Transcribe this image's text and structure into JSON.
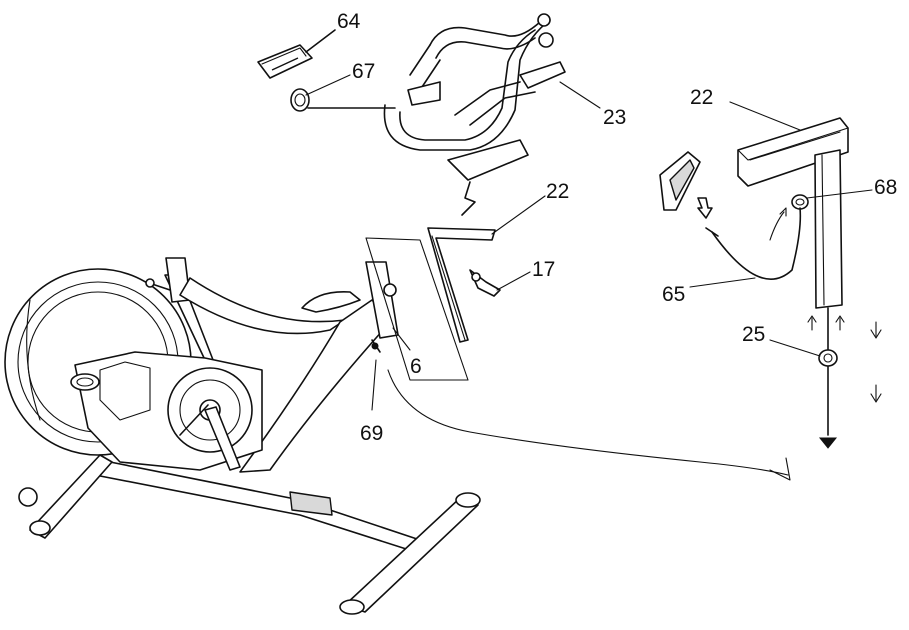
{
  "diagram": {
    "callouts": {
      "c64": "64",
      "c67": "67",
      "c23": "23",
      "c22_main": "22",
      "c17": "17",
      "c6": "6",
      "c69": "69",
      "c22_detail": "22",
      "c68": "68",
      "c65": "65",
      "c25": "25"
    }
  }
}
